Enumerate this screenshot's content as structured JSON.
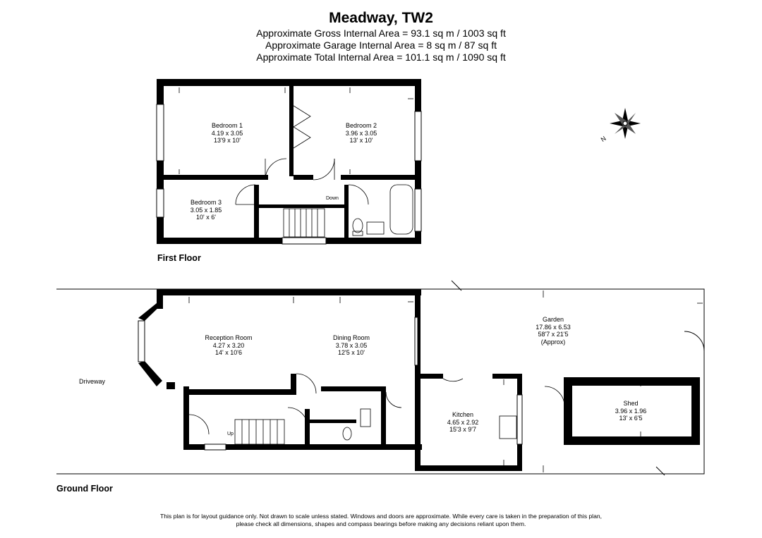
{
  "header": {
    "title": "Meadway, TW2",
    "area_lines": [
      "Approximate Gross Internal Area = 93.1 sq m / 1003 sq ft",
      "Approximate Garage Internal Area = 8 sq m / 87 sq ft",
      "Approximate Total Internal Area = 101.1 sq m / 1090 sq ft"
    ]
  },
  "first_floor": {
    "label": "First Floor",
    "rooms": [
      {
        "name": "Bedroom 1",
        "metric": "4.19 x 3.05",
        "imperial": "13'9 x 10'"
      },
      {
        "name": "Bedroom 2",
        "metric": "3.96 x 3.05",
        "imperial": "13' x 10'"
      },
      {
        "name": "Bedroom 3",
        "metric": "3.05 x 1.85",
        "imperial": "10' x 6'"
      }
    ],
    "stair_label": "Down"
  },
  "ground_floor": {
    "label": "Ground Floor",
    "rooms": [
      {
        "name": "Reception Room",
        "metric": "4.27 x 3.20",
        "imperial": "14' x 10'6"
      },
      {
        "name": "Dining Room",
        "metric": "3.78 x 3.05",
        "imperial": "12'5 x 10'"
      },
      {
        "name": "Kitchen",
        "metric": "4.65 x 2.92",
        "imperial": "15'3 x 9'7"
      },
      {
        "name": "Garden",
        "metric": "17.86 x 6.53",
        "imperial": "58'7 x 21'5",
        "note": "(Approx)"
      },
      {
        "name": "Shed",
        "metric": "3.96 x 1.96",
        "imperial": "13' x 6'5"
      }
    ],
    "driveway": "Driveway",
    "stair_label": "Up"
  },
  "compass": {
    "icon": "compass-north-icon",
    "label": "N"
  },
  "disclaimer": [
    "This plan is for layout guidance only. Not drawn to scale unless stated. Windows and doors are approximate. While every care is taken in the preparation of this plan,",
    "please check all dimensions, shapes and compass bearings before making any decisions reliant upon them."
  ]
}
